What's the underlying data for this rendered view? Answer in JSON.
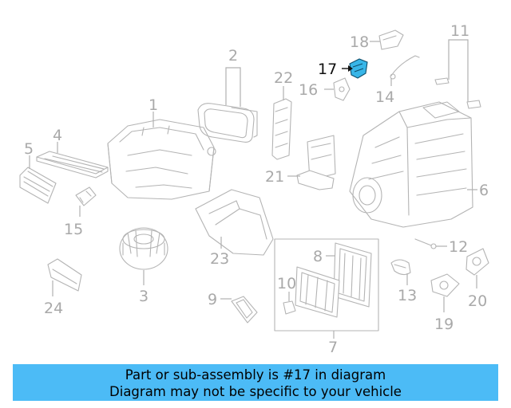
{
  "diagram": {
    "callouts": [
      {
        "id": "part-1",
        "label": "1"
      },
      {
        "id": "part-2",
        "label": "2"
      },
      {
        "id": "part-3",
        "label": "3"
      },
      {
        "id": "part-4",
        "label": "4"
      },
      {
        "id": "part-5",
        "label": "5"
      },
      {
        "id": "part-6",
        "label": "6"
      },
      {
        "id": "part-7",
        "label": "7"
      },
      {
        "id": "part-8",
        "label": "8"
      },
      {
        "id": "part-9",
        "label": "9"
      },
      {
        "id": "part-10",
        "label": "10"
      },
      {
        "id": "part-11",
        "label": "11"
      },
      {
        "id": "part-12",
        "label": "12"
      },
      {
        "id": "part-13",
        "label": "13"
      },
      {
        "id": "part-14",
        "label": "14"
      },
      {
        "id": "part-15",
        "label": "15"
      },
      {
        "id": "part-16",
        "label": "16"
      },
      {
        "id": "part-17",
        "label": "17",
        "highlighted": true
      },
      {
        "id": "part-18",
        "label": "18"
      },
      {
        "id": "part-19",
        "label": "19"
      },
      {
        "id": "part-20",
        "label": "20"
      },
      {
        "id": "part-21",
        "label": "21"
      },
      {
        "id": "part-22",
        "label": "22"
      },
      {
        "id": "part-23",
        "label": "23"
      },
      {
        "id": "part-24",
        "label": "24"
      }
    ],
    "colors": {
      "highlight_part": "#38b6e8",
      "line": "#b4b4b4",
      "label": "#a9a9a9",
      "highlight_label": "#111111",
      "banner_background": "#4cbbf6"
    }
  },
  "banner": {
    "line1": "Part or sub-assembly is #17 in diagram",
    "line2": "Diagram may not be specific to your vehicle"
  }
}
